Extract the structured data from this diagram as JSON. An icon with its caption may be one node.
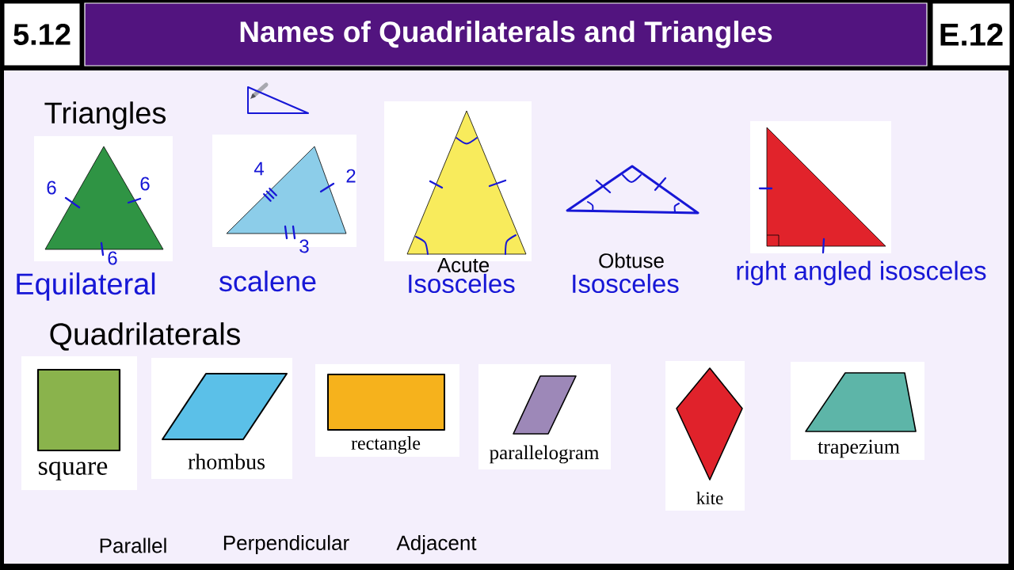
{
  "diagram": {
    "title": "Names of Quadrilaterals and Triangles",
    "nodes": [
      {
        "text": [],
        "shape": "triangle"
      },
      {
        "text": [],
        "shape": "triangle",
        "beside": [
          "6",
          "6",
          "6",
          "Equilateral"
        ]
      },
      {
        "text": [],
        "shape": "triangle",
        "beside": [
          "4",
          "2",
          "3",
          "scalene"
        ]
      },
      {
        "text": [
          "Acute"
        ],
        "beside": [
          "Isosceles"
        ]
      },
      {
        "text": [
          "Obtuse"
        ],
        "beside": [
          "Isosceles"
        ]
      },
      {
        "text": [],
        "shape": "triangle",
        "beside": [
          "right angled isosceles"
        ]
      },
      {
        "text": [
          "square"
        ]
      },
      {
        "text": [
          "rhombus"
        ]
      },
      {
        "text": [
          "rectangle"
        ]
      },
      {
        "text": [
          "parallelogram"
        ]
      },
      {
        "text": [
          "kite"
        ]
      },
      {
        "text": [
          "trapezium"
        ]
      }
    ],
    "labels": [
      "5.12",
      "E.12",
      "Triangles",
      "Quadrilaterals",
      "Parallel",
      "Perpendicular",
      "Adjacent"
    ]
  }
}
